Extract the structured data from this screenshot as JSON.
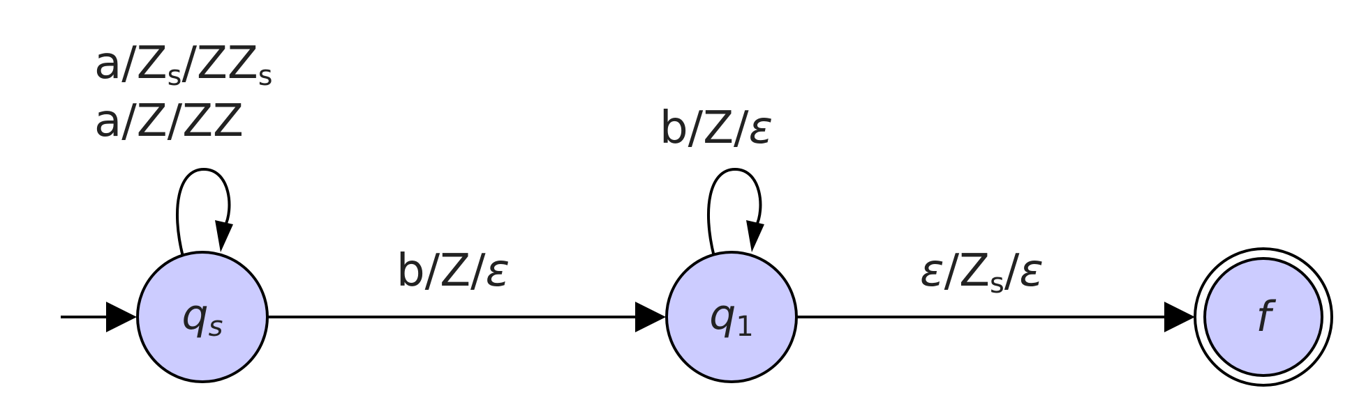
{
  "diagram": {
    "title": "Pushdown automaton",
    "colors": {
      "state_fill": "#ccccff",
      "stroke": "#000000"
    },
    "states": [
      {
        "id": "qs",
        "label": "q",
        "sub": "s",
        "initial": true,
        "accepting": false
      },
      {
        "id": "q1",
        "label": "q",
        "sub": "1",
        "initial": false,
        "accepting": false
      },
      {
        "id": "f",
        "label": "f",
        "sub": "",
        "initial": false,
        "accepting": true
      }
    ],
    "transitions": {
      "qs_loop_1": {
        "input": "a",
        "pop": "Z",
        "pop_sub": "s",
        "push": "ZZ",
        "push_sub": "s"
      },
      "qs_loop_2": {
        "input": "a",
        "pop": "Z",
        "push": "ZZ"
      },
      "q1_loop": {
        "input": "b",
        "pop": "Z",
        "push": "ε"
      },
      "qs_to_q1": {
        "input": "b",
        "pop": "Z",
        "push": "ε"
      },
      "q1_to_f": {
        "input": "ε",
        "pop": "Z",
        "pop_sub": "s",
        "push": "ε"
      }
    },
    "sep": "/"
  }
}
